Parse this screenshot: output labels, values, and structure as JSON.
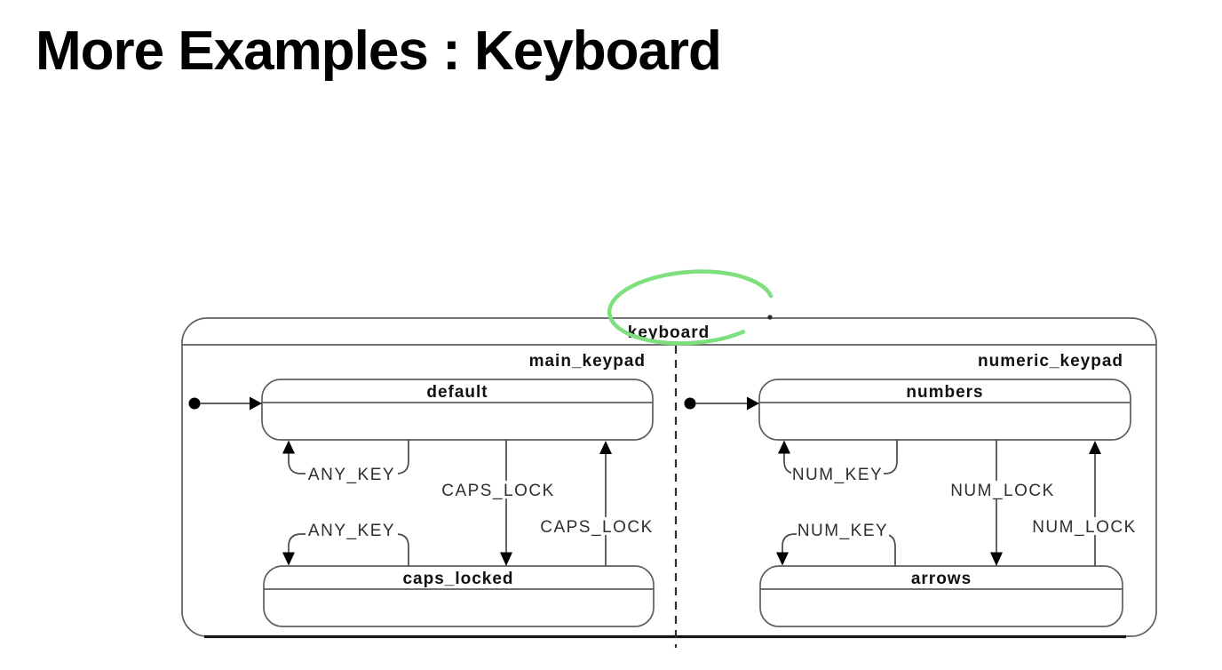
{
  "slide": {
    "title": "More Examples : Keyboard"
  },
  "statechart": {
    "root_state": "keyboard",
    "regions": {
      "main": {
        "label": "main_keypad",
        "states": {
          "top": "default",
          "bottom": "caps_locked"
        },
        "transitions": {
          "self_top": "ANY_KEY",
          "self_bottom": "ANY_KEY",
          "top_to_bottom": "CAPS_LOCK",
          "bottom_to_top": "CAPS_LOCK"
        }
      },
      "numeric": {
        "label": "numeric_keypad",
        "states": {
          "top": "numbers",
          "bottom": "arrows"
        },
        "transitions": {
          "self_top": "NUM_KEY",
          "self_bottom": "NUM_KEY",
          "top_to_bottom": "NUM_LOCK",
          "bottom_to_top": "NUM_LOCK"
        }
      }
    },
    "annotation": {
      "shape": "hand-drawn-ellipse",
      "around": "keyboard"
    }
  },
  "colors": {
    "background": "#ffffff",
    "state_border": "#5e5e5e",
    "state_text": "#111111",
    "event_text": "#2e2e2e",
    "arrow_black": "#000000",
    "annotation_green": "#7ddf7d"
  }
}
